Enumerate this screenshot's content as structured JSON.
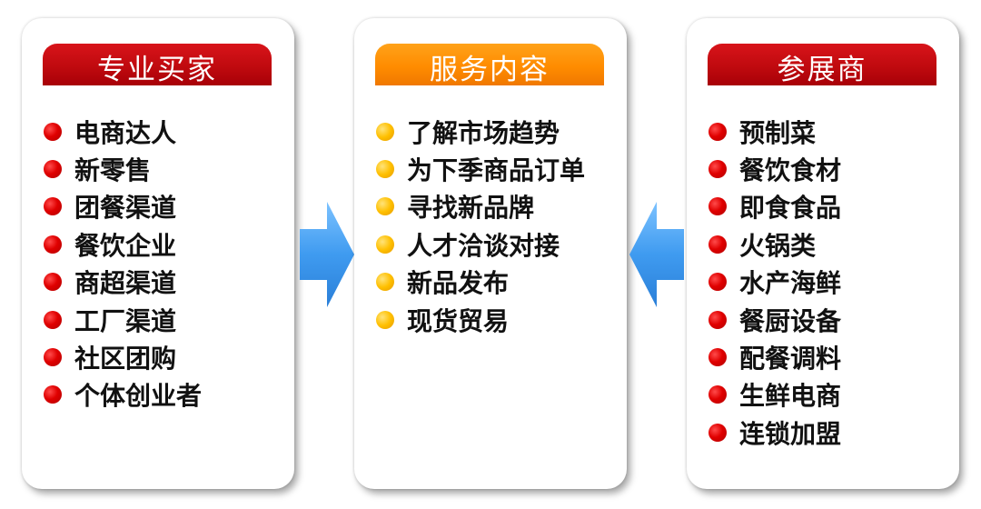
{
  "buyers": {
    "title": "专业买家",
    "items": [
      "电商达人",
      "新零售",
      "团餐渠道",
      "餐饮企业",
      "商超渠道",
      "工厂渠道",
      "社区团购",
      "个体创业者"
    ]
  },
  "services": {
    "title": "服务内容",
    "items": [
      "了解市场趋势",
      "为下季商品订单",
      "寻找新品牌",
      "人才洽谈对接",
      "新品发布",
      "现货贸易"
    ]
  },
  "exhibitors": {
    "title": "参展商",
    "items": [
      "预制菜",
      "餐饮食材",
      "即食食品",
      "火锅类",
      "水产海鲜",
      "餐厨设备",
      "配餐调料",
      "生鲜电商",
      "连锁加盟"
    ]
  },
  "colors": {
    "red_header": "#c00a0f",
    "orange_header": "#ff8c00",
    "arrow_blue": "#4aa3f0",
    "bullet_red": "#e00000",
    "bullet_gold": "#ffc000"
  }
}
